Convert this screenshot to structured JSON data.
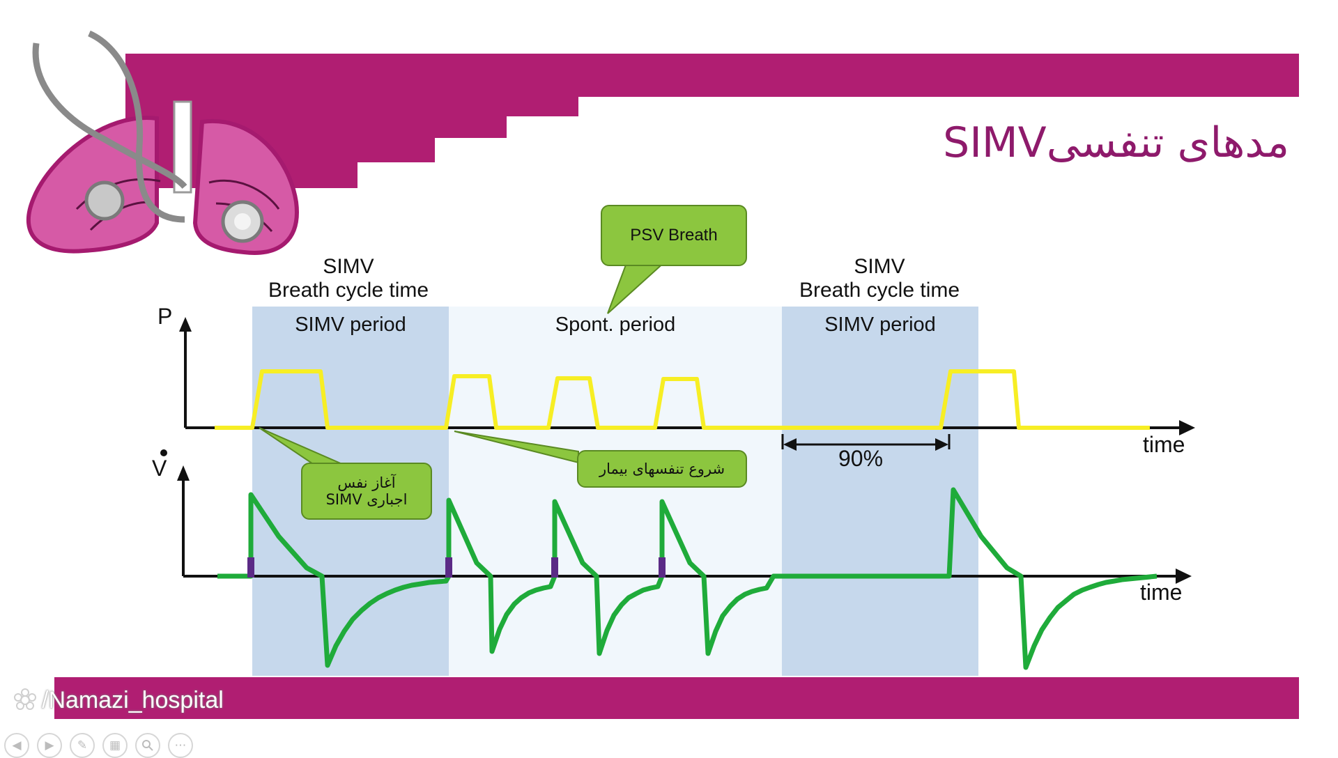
{
  "slide": {
    "title": "مدهای تنفسیSIMV",
    "colors": {
      "banner": "#b01e72",
      "simv_period": "#c6d8ec",
      "spont_period": "#f1f7fc",
      "pressure_curve": "#f7ee24",
      "flow_curve": "#1fab3a",
      "trigger_mark": "#5b2a86",
      "callout": "#8cc63f"
    }
  },
  "diagram": {
    "header_left": {
      "line1": "SIMV",
      "line2": "Breath cycle time"
    },
    "header_right": {
      "line1": "SIMV",
      "line2": "Breath cycle time"
    },
    "periods": [
      {
        "label": "SIMV period"
      },
      {
        "label": "Spont. period"
      },
      {
        "label": "SIMV period"
      }
    ],
    "pressure_axis_label": "P",
    "flow_axis_label": "V",
    "time_label_top": "time",
    "time_label_bottom": "time",
    "trigger_window_label": "90%",
    "callouts": {
      "psv": "PSV Breath",
      "mandatory_line1": "آغاز نفس",
      "mandatory_line2": "اجباری SIMV",
      "patient": "شروع تنفسهای بیمار"
    }
  },
  "footer": {
    "watermark": "/Namazi_hospital"
  },
  "controls": [
    {
      "icon": "previous-icon"
    },
    {
      "icon": "next-icon"
    },
    {
      "icon": "pen-icon"
    },
    {
      "icon": "slides-icon"
    },
    {
      "icon": "zoom-icon"
    },
    {
      "icon": "more-icon"
    }
  ]
}
